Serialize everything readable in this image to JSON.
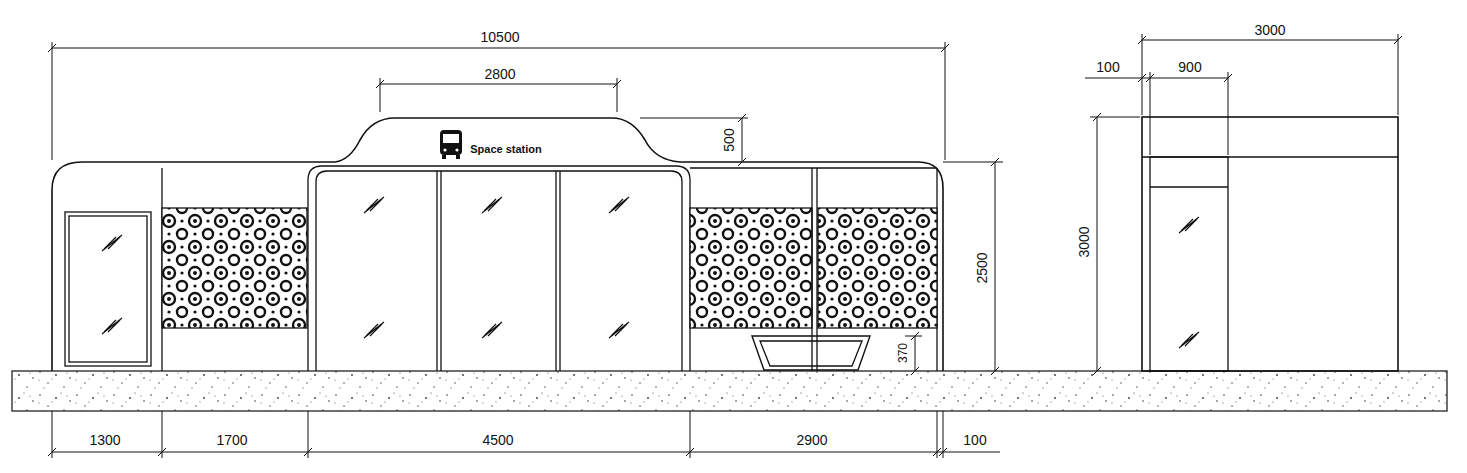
{
  "diagram": {
    "labels": [
      "10500",
      "2800",
      "500",
      "Space station",
      "2500",
      "370",
      "1300",
      "1700",
      "4500",
      "2900",
      "100",
      "3000",
      "100",
      "900",
      "3000"
    ]
  }
}
